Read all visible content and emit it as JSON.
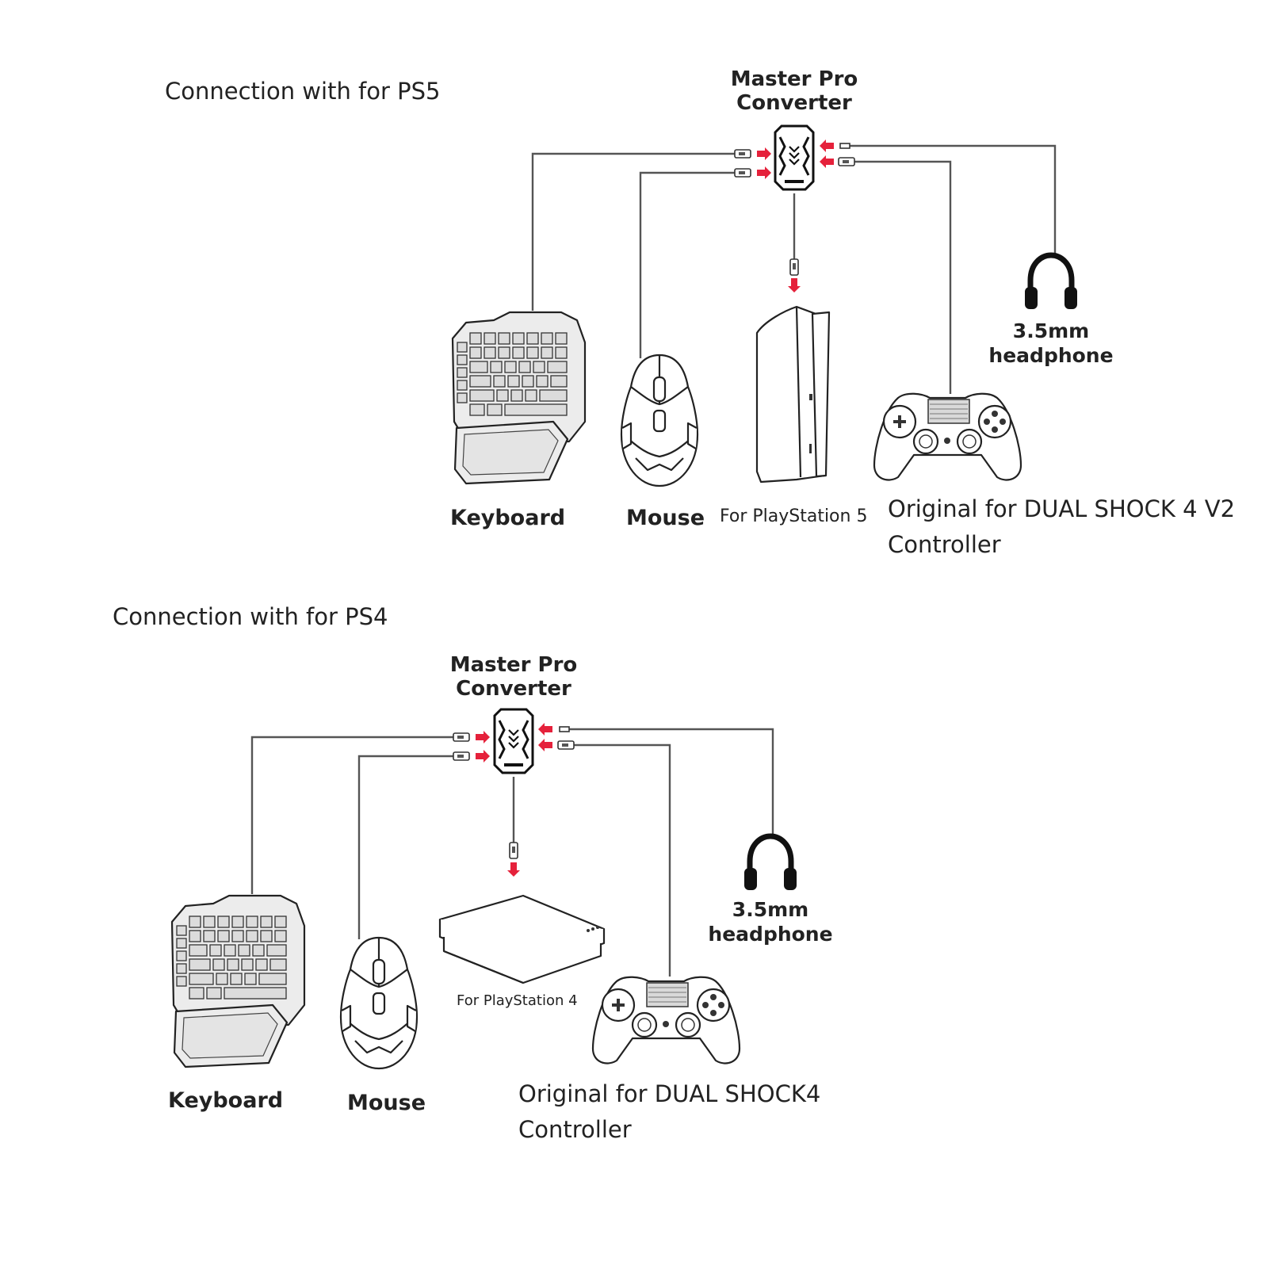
{
  "colors": {
    "arrow": "#e5213b",
    "cable": "#555555",
    "outline": "#222222"
  },
  "ps5_section": {
    "heading": "Connection  with for PS5",
    "converter_label_line1": "Master Pro",
    "converter_label_line2": "Converter",
    "keyboard_label": "Keyboard",
    "mouse_label": "Mouse",
    "console_label": "For PlayStation 5",
    "headphone_label_line1": "3.5mm",
    "headphone_label_line2": "headphone",
    "controller_label_line1": "Original for DUAL SHOCK 4 V2",
    "controller_label_line2": "Controller"
  },
  "ps4_section": {
    "heading": "Connection with for PS4",
    "converter_label_line1": "Master Pro",
    "converter_label_line2": "Converter",
    "keyboard_label": "Keyboard",
    "mouse_label": "Mouse",
    "console_label": "For PlayStation 4",
    "headphone_label_line1": "3.5mm",
    "headphone_label_line2": "headphone",
    "controller_label_line1": "Original for DUAL SHOCK4",
    "controller_label_line2": "Controller"
  },
  "icons": [
    "converter-icon",
    "keyboard-icon",
    "mouse-icon",
    "ps5-console-icon",
    "ps4-console-icon",
    "headphone-icon",
    "controller-icon",
    "usb-plug-icon",
    "red-arrow-icon"
  ]
}
